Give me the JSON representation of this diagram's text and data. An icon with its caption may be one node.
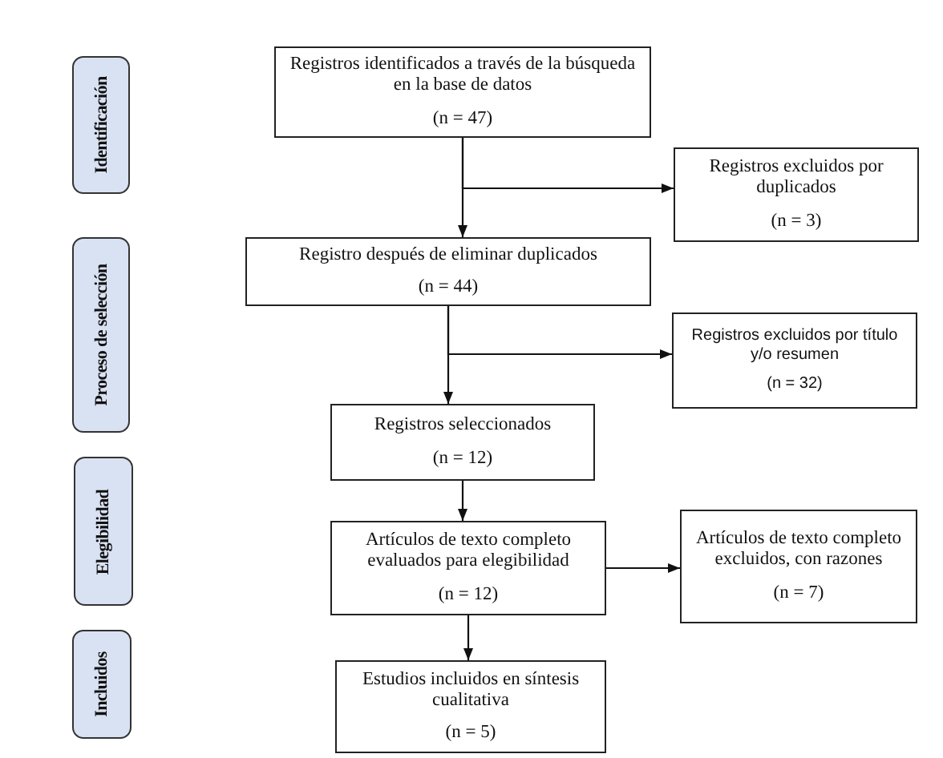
{
  "diagram": {
    "nodes": [
      {
        "text": [
          "Identificación"
        ]
      },
      {
        "text": [
          "Proceso de selección"
        ]
      },
      {
        "text": [
          "Elegibilidad"
        ]
      },
      {
        "text": [
          "Incluidos"
        ]
      },
      {
        "text": [
          "Registros identificados a través de la búsqueda en la base de datos",
          "(n = 47)"
        ]
      },
      {
        "text": [
          "Registros excluidos por duplicados",
          "(n = 3)"
        ]
      },
      {
        "text": [
          "Registro después de eliminar duplicados",
          "(n = 44)"
        ]
      },
      {
        "text": [
          "Registros excluidos por título y/o resumen",
          "(n = 32)"
        ]
      },
      {
        "text": [
          "Registros seleccionados",
          "(n = 12)"
        ]
      },
      {
        "text": [
          "Artículos de texto completo evaluados para elegibilidad",
          "(n = 12)"
        ]
      },
      {
        "text": [
          "Artículos de texto completo excluidos, con razones",
          "(n = 7)"
        ]
      },
      {
        "text": [
          "Estudios incluidos en síntesis cualitativa",
          "(n = 5)"
        ]
      }
    ],
    "edges": [
      {
        "from": 4,
        "to": 6,
        "arrow": "to"
      },
      {
        "from": 4,
        "to": 5,
        "arrow": "to"
      },
      {
        "from": 6,
        "to": 8,
        "arrow": "to"
      },
      {
        "from": 6,
        "to": 7,
        "arrow": "to"
      },
      {
        "from": 8,
        "to": 9,
        "arrow": "to"
      },
      {
        "from": 9,
        "to": 10,
        "arrow": "to"
      },
      {
        "from": 9,
        "to": 11,
        "arrow": "to"
      }
    ]
  }
}
